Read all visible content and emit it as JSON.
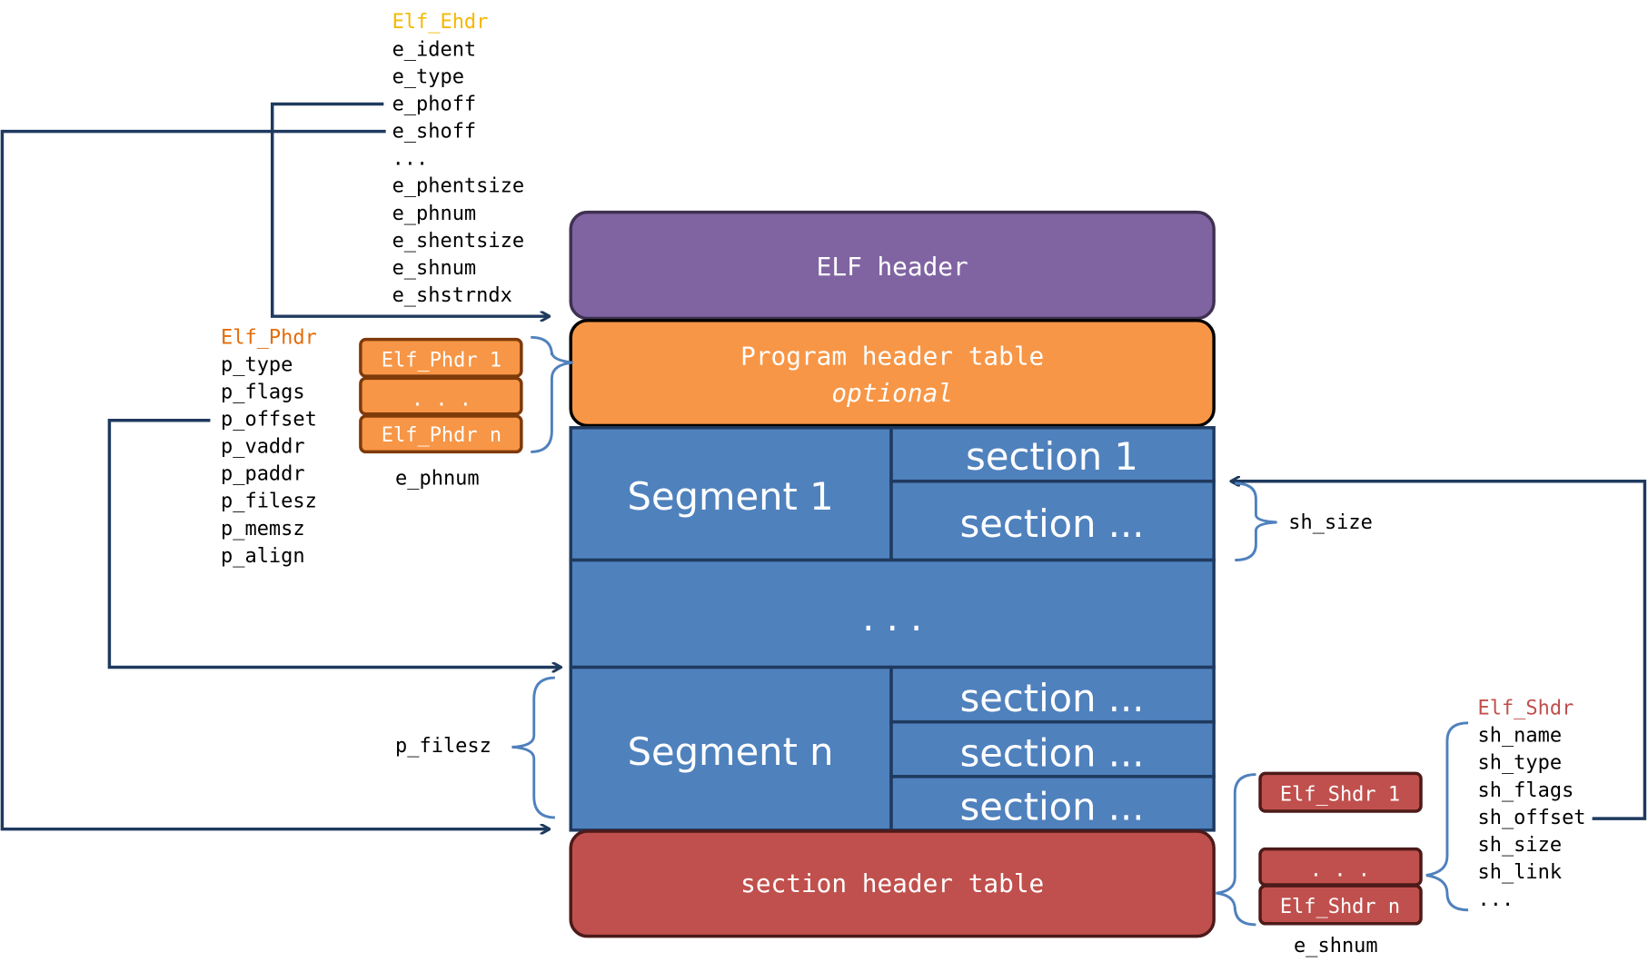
{
  "colors": {
    "elf_header": "#8064A2",
    "program_header": "#F79646",
    "segments": "#4F81BD",
    "section_header": "#C0504D",
    "ehdr_title": "#F5B800",
    "phdr_title": "#E46C0A",
    "shdr_title": "#C0504D"
  },
  "ehdr": {
    "title": "Elf_Ehdr",
    "fields": [
      "e_ident",
      "e_type",
      "e_phoff",
      "e_shoff",
      "...",
      "e_phentsize",
      "e_phnum",
      "e_shentsize",
      "e_shnum",
      "e_shstrndx"
    ]
  },
  "phdr": {
    "title": "Elf_Phdr",
    "fields": [
      "p_type",
      "p_flags",
      "p_offset",
      "p_vaddr",
      "p_paddr",
      "p_filesz",
      "p_memsz",
      "p_align"
    ],
    "entries": [
      "Elf_Phdr 1",
      ". . .",
      "Elf_Phdr n"
    ],
    "count_label": "e_phnum"
  },
  "shdr": {
    "title": "Elf_Shdr",
    "fields": [
      "sh_name",
      "sh_type",
      "sh_flags",
      "sh_offset",
      "sh_size",
      "sh_link",
      "..."
    ],
    "entries": [
      "Elf_Shdr 1",
      ". . .",
      "Elf_Shdr n"
    ],
    "count_label": "e_shnum"
  },
  "layout_blocks": {
    "elf_header": "ELF header",
    "program_header_table": "Program header table",
    "program_header_note": "optional",
    "segment1": "Segment 1",
    "segment1_sections": [
      "section 1",
      "section ..."
    ],
    "middle": ". . .",
    "segmentn": "Segment n",
    "segmentn_sections": [
      "section ...",
      "section ...",
      "section ..."
    ],
    "section_header_table": "section header table"
  },
  "labels": {
    "sh_size": "sh_size",
    "p_filesz": "p_filesz"
  }
}
